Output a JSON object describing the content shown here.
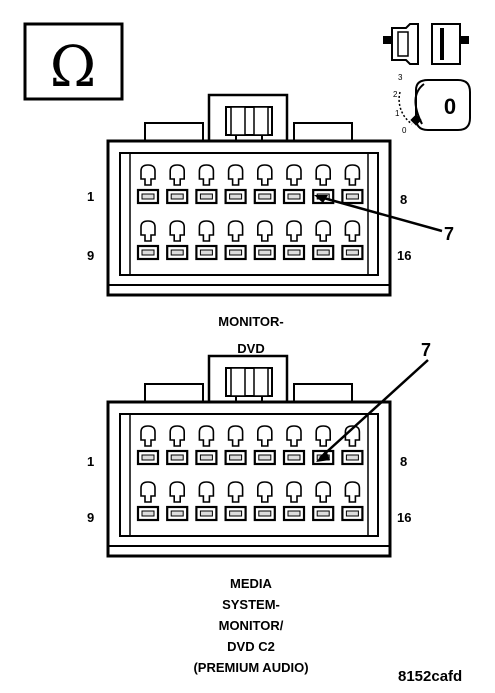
{
  "ohm_symbol": "Ω",
  "key_position": "0",
  "ignition_scale": [
    "3",
    "2",
    "1",
    "0"
  ],
  "connector_top": {
    "pin_first_row_start": "1",
    "pin_first_row_end": "8",
    "pin_second_row_start": "9",
    "pin_second_row_end": "16",
    "callout": "7",
    "caption": [
      "MONITOR-",
      "DVD"
    ]
  },
  "connector_bottom": {
    "pin_first_row_start": "1",
    "pin_first_row_end": "8",
    "pin_second_row_start": "9",
    "pin_second_row_end": "16",
    "callout": "7",
    "caption": [
      "MEDIA",
      "SYSTEM-",
      "MONITOR/",
      "DVD C2",
      "(PREMIUM AUDIO)"
    ]
  },
  "figure_id": "8152cafd"
}
